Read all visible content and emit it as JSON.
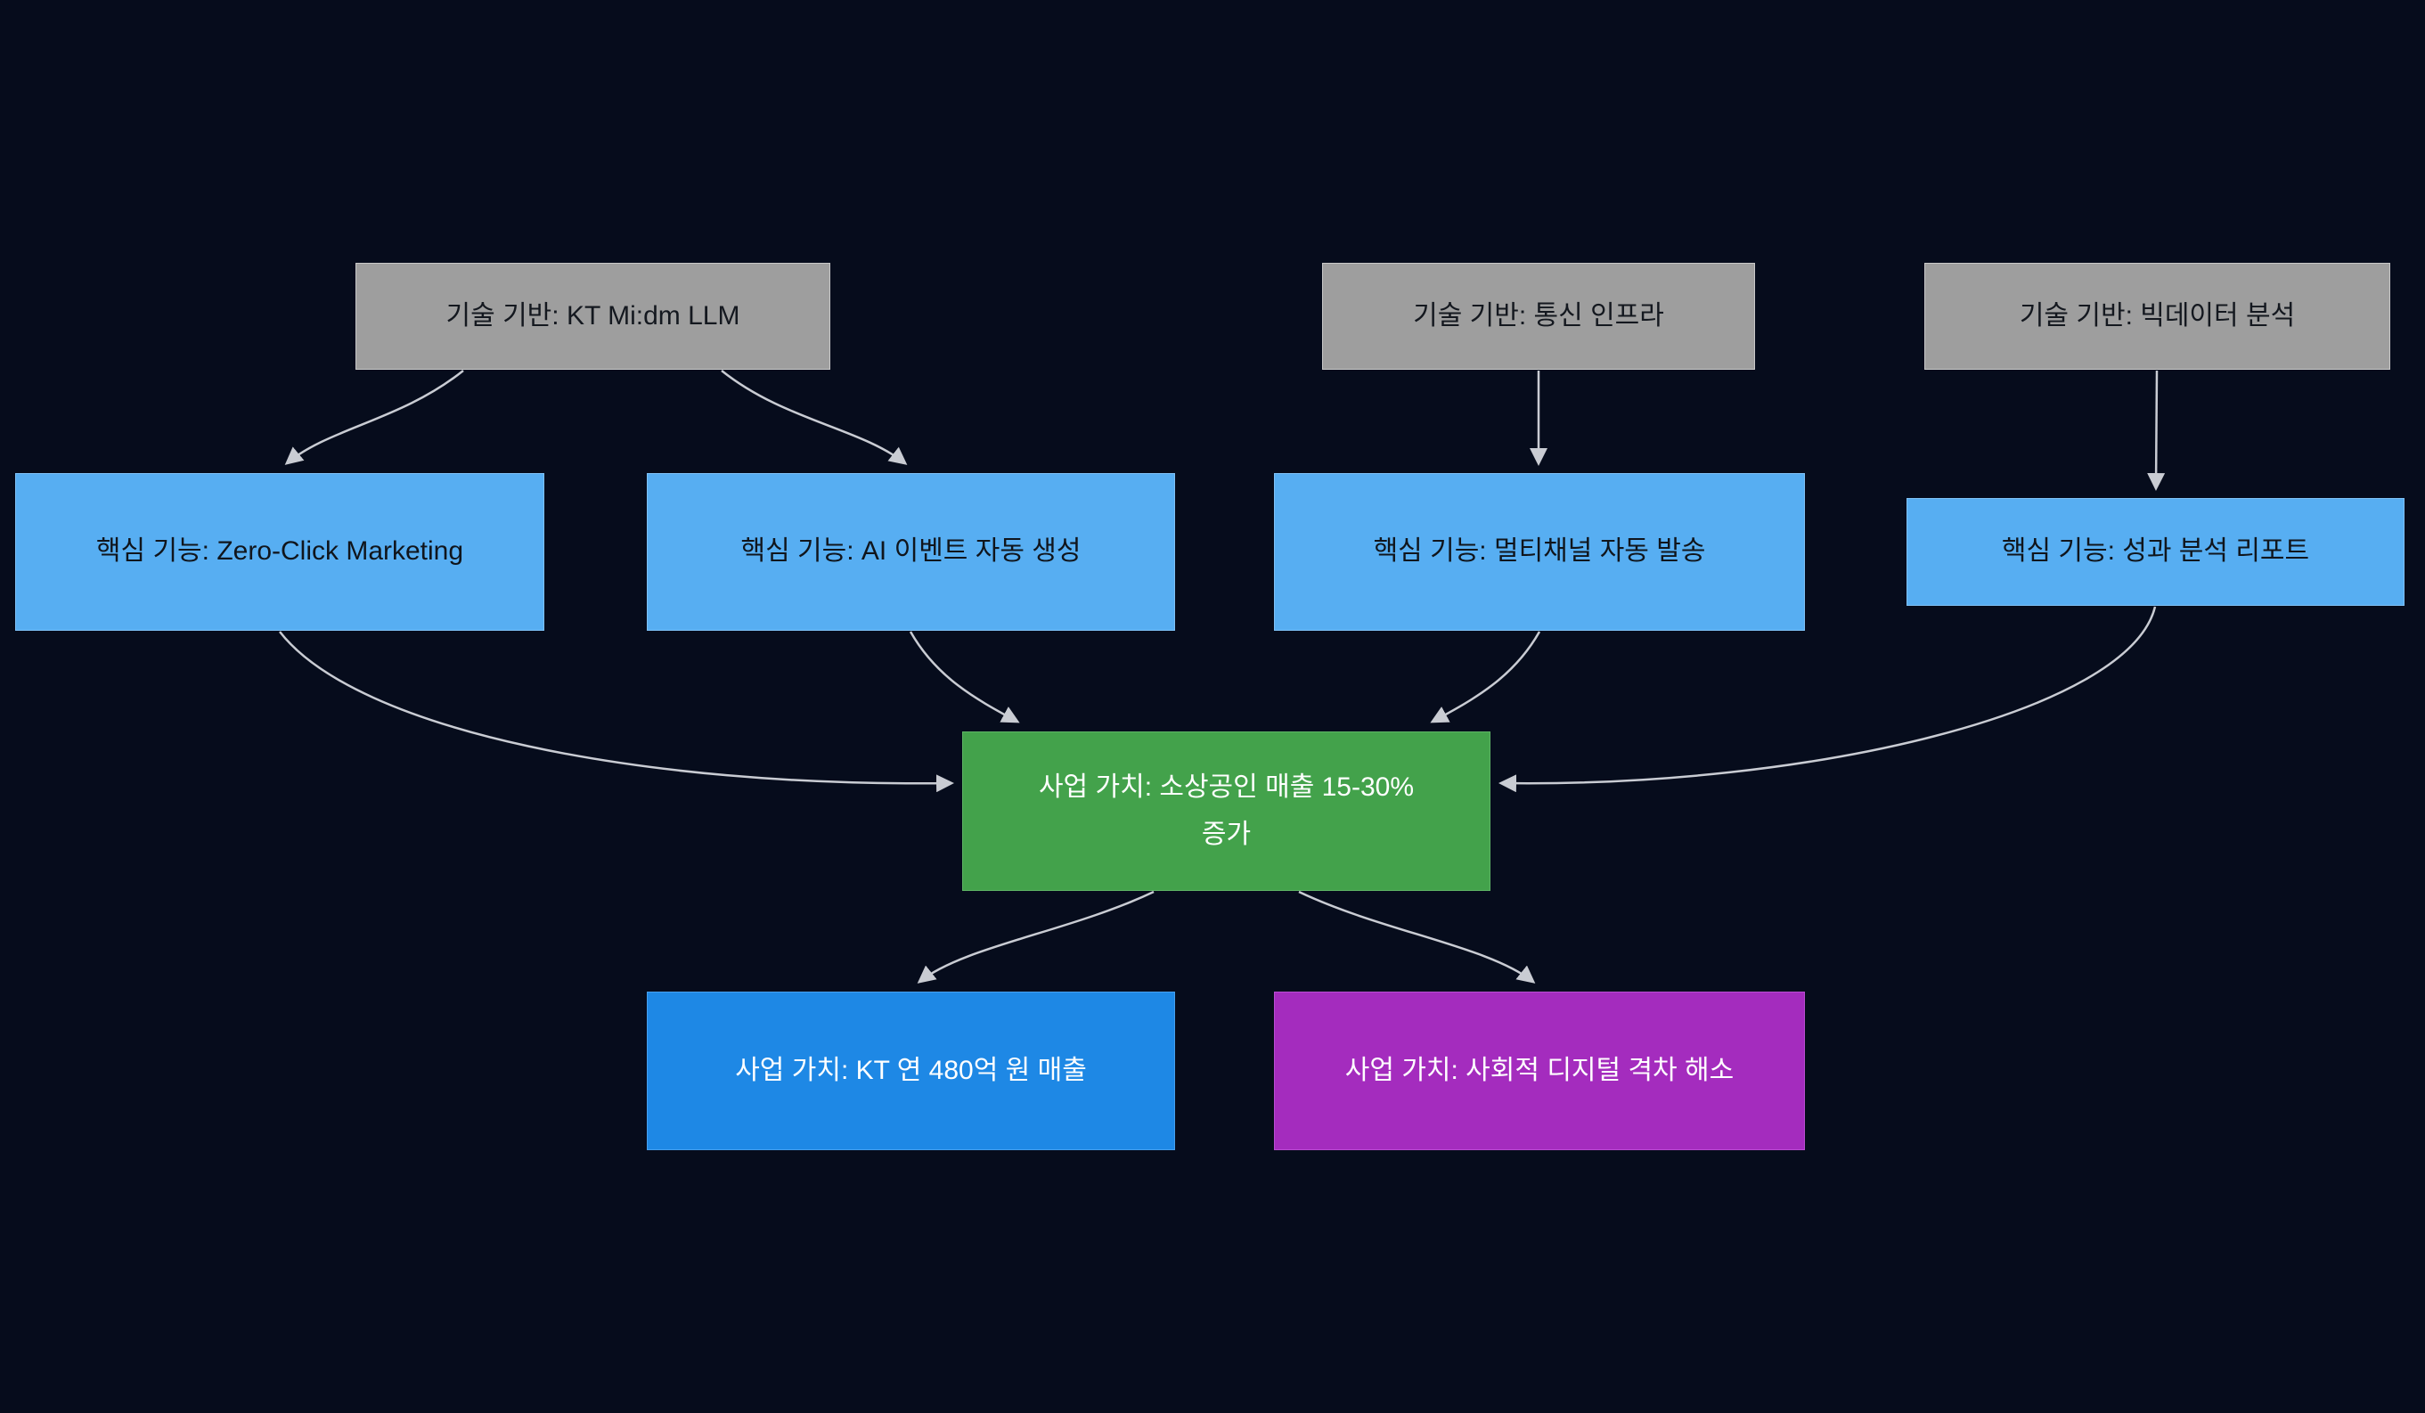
{
  "diagram": {
    "type": "flowchart",
    "background_color": "#060c1c",
    "edge_color": "#c9ccd3",
    "nodes": {
      "tech_llm": {
        "label": "기술 기반: KT Mi:dm LLM",
        "color": "#9e9e9e",
        "text_color": "#14181f"
      },
      "tech_telecom": {
        "label": "기술 기반: 통신 인프라",
        "color": "#9e9e9e",
        "text_color": "#14181f"
      },
      "tech_bigdata": {
        "label": "기술 기반: 빅데이터 분석",
        "color": "#9e9e9e",
        "text_color": "#14181f"
      },
      "feat_zeroclick": {
        "label": "핵심 기능: Zero-Click Marketing",
        "color": "#57aef2",
        "text_color": "#10151c"
      },
      "feat_ai_event": {
        "label": "핵심 기능: AI 이벤트 자동 생성",
        "color": "#57aef2",
        "text_color": "#10151c"
      },
      "feat_multichannel": {
        "label": "핵심 기능: 멀티채널 자동 발송",
        "color": "#57aef2",
        "text_color": "#10151c"
      },
      "feat_report": {
        "label": "핵심 기능: 성과 분석 리포트",
        "color": "#57aef2",
        "text_color": "#10151c"
      },
      "value_sales": {
        "label": "사업 가치: 소상공인 매출 15-30% 증가",
        "color": "#43a24b",
        "text_color": "#ffffff"
      },
      "value_kt": {
        "label": "사업 가치: KT 연 480억 원 매출",
        "color": "#1e88e5",
        "text_color": "#ffffff"
      },
      "value_social": {
        "label": "사업 가치: 사회적 디지털 격차 해소",
        "color": "#a42cbe",
        "text_color": "#ffffff"
      }
    },
    "edges": [
      {
        "from": "tech_llm",
        "to": "feat_zeroclick"
      },
      {
        "from": "tech_llm",
        "to": "feat_ai_event"
      },
      {
        "from": "tech_telecom",
        "to": "feat_multichannel"
      },
      {
        "from": "tech_bigdata",
        "to": "feat_report"
      },
      {
        "from": "feat_zeroclick",
        "to": "value_sales"
      },
      {
        "from": "feat_ai_event",
        "to": "value_sales"
      },
      {
        "from": "feat_multichannel",
        "to": "value_sales"
      },
      {
        "from": "feat_report",
        "to": "value_sales"
      },
      {
        "from": "value_sales",
        "to": "value_kt"
      },
      {
        "from": "value_sales",
        "to": "value_social"
      }
    ]
  }
}
